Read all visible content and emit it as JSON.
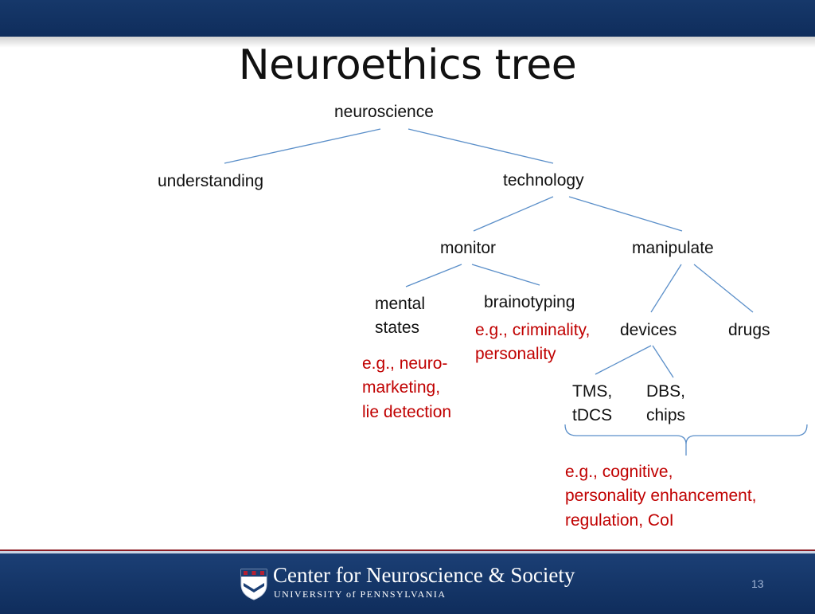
{
  "slide": {
    "title": "Neuroethics tree",
    "page_number": "13"
  },
  "tree": {
    "root": "neuroscience",
    "understanding": "understanding",
    "technology": "technology",
    "monitor": "monitor",
    "manipulate": "manipulate",
    "mental_states_line1": "mental",
    "mental_states_line2": "states",
    "brainotyping": "brainotyping",
    "devices": "devices",
    "drugs": "drugs",
    "tms_line1": "TMS,",
    "tms_line2": "tDCS",
    "dbs_line1": "DBS,",
    "dbs_line2": "chips"
  },
  "notes": {
    "mental_states": [
      "e.g., neuro-",
      "marketing,",
      "lie detection"
    ],
    "brainotyping": [
      "e.g., criminality,",
      "personality"
    ],
    "manipulation": [
      "e.g., cognitive,",
      "personality enhancement,",
      "regulation, CoI"
    ]
  },
  "footer": {
    "org_name": "Center for Neuroscience & Society",
    "org_sub": "UNIVERSITY of PENNSYLVANIA",
    "shield_icon": "penn-shield-icon"
  },
  "colors": {
    "banner": "#0f2d5c",
    "branch_line": "#5b8fc9",
    "note_text": "#c00000"
  }
}
